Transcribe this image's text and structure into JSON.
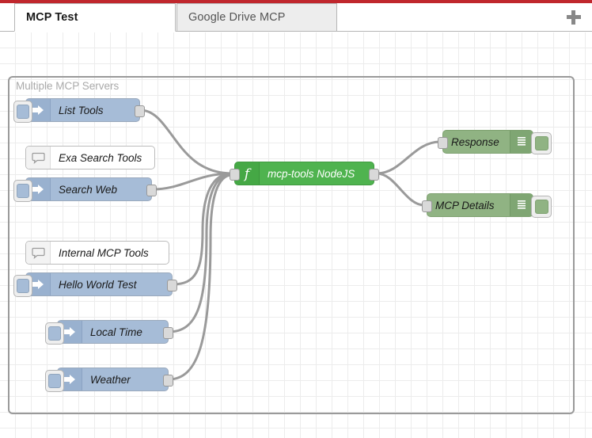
{
  "window": {
    "accent_color": "#c0272d",
    "canvas_background": "#ffffff",
    "grid_color": "#ececec"
  },
  "tabs": {
    "items": [
      {
        "label": "MCP Test",
        "active": true
      },
      {
        "label": "Google Drive MCP",
        "active": false
      }
    ],
    "add_tab_icon": "plus-icon",
    "add_tab_title": "+"
  },
  "group": {
    "label": "Multiple MCP Servers",
    "border_color": "#9a9a9a",
    "label_color": "#aaaaaa"
  },
  "nodes": {
    "inject": [
      {
        "label": "List Tools",
        "icon": "inject-arrow-icon",
        "color": "#a6bcd7"
      },
      {
        "label": "Search Web",
        "icon": "inject-arrow-icon",
        "color": "#a6bcd7"
      },
      {
        "label": "Hello World Test",
        "icon": "inject-arrow-icon",
        "color": "#a6bcd7"
      },
      {
        "label": "Local Time",
        "icon": "inject-arrow-icon",
        "color": "#a6bcd7"
      },
      {
        "label": "Weather",
        "icon": "inject-arrow-icon",
        "color": "#a6bcd7"
      }
    ],
    "comments": [
      {
        "label": "Exa Search Tools",
        "icon": "comment-bubble-icon"
      },
      {
        "label": "Internal MCP Tools",
        "icon": "comment-bubble-icon"
      }
    ],
    "function": {
      "label": "mcp-tools NodeJS",
      "icon": "function-f-icon",
      "color": "#4fb34f"
    },
    "debug": [
      {
        "label": "Response",
        "icon": "debug-lines-icon",
        "color": "#90b383"
      },
      {
        "label": "MCP Details",
        "icon": "debug-lines-icon",
        "color": "#90b383"
      }
    ]
  }
}
